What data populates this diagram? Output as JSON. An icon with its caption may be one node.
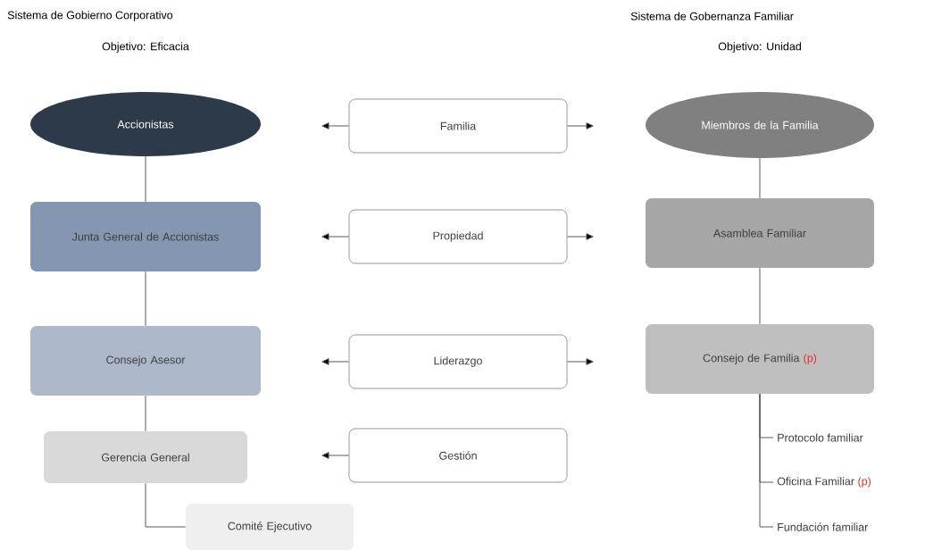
{
  "diagram": {
    "nodes": [
      {
        "text": [
          "Accionistas"
        ]
      },
      {
        "text": [
          "Junta General de Accionistas"
        ]
      },
      {
        "text": [
          "Consejo Asesor"
        ]
      },
      {
        "text": [
          "Gerencia General"
        ]
      },
      {
        "text": [
          "Comité Ejecutivo"
        ]
      },
      {
        "text": [
          "Familia"
        ]
      },
      {
        "text": [
          "Propiedad"
        ]
      },
      {
        "text": [
          "Liderazgo"
        ]
      },
      {
        "text": [
          "Gestión"
        ]
      },
      {
        "text": [
          "Miembros de la Familia"
        ]
      },
      {
        "text": [
          "Asamblea Familiar"
        ]
      },
      {
        "text": [
          "Consejo de Familia",
          "(p)"
        ]
      },
      {
        "text": [
          "Protocolo familiar"
        ]
      },
      {
        "text": [
          "Oficina Familiar",
          "(p)"
        ]
      },
      {
        "text": [
          "Fundación familiar"
        ]
      }
    ],
    "edges": [
      {
        "from": 0,
        "to": 1,
        "arrow": "none"
      },
      {
        "from": 1,
        "to": 2,
        "arrow": "none"
      },
      {
        "from": 2,
        "to": 3,
        "arrow": "none"
      },
      {
        "from": 3,
        "to": 4,
        "arrow": "none"
      },
      {
        "from": 5,
        "to": null,
        "arrow": "to"
      },
      {
        "from": 5,
        "to": null,
        "arrow": "to"
      },
      {
        "from": 6,
        "to": null,
        "arrow": "to"
      },
      {
        "from": 6,
        "to": null,
        "arrow": "to"
      },
      {
        "from": 7,
        "to": null,
        "arrow": "to"
      },
      {
        "from": 7,
        "to": null,
        "arrow": "to"
      },
      {
        "from": 8,
        "to": null,
        "arrow": "to"
      },
      {
        "from": 9,
        "to": 10,
        "arrow": "none"
      },
      {
        "from": 10,
        "to": 11,
        "arrow": "none"
      },
      {
        "from": 11,
        "to": 12,
        "arrow": "none"
      },
      {
        "from": 11,
        "to": 13,
        "arrow": "none"
      },
      {
        "from": 11,
        "to": 14,
        "arrow": "none"
      }
    ],
    "labels": [
      "Sistema de Gobierno Corporativo",
      "Objetivo: Eficacia",
      "Sistema de Gobernanza Familiar",
      "Objetivo: Unidad"
    ]
  }
}
